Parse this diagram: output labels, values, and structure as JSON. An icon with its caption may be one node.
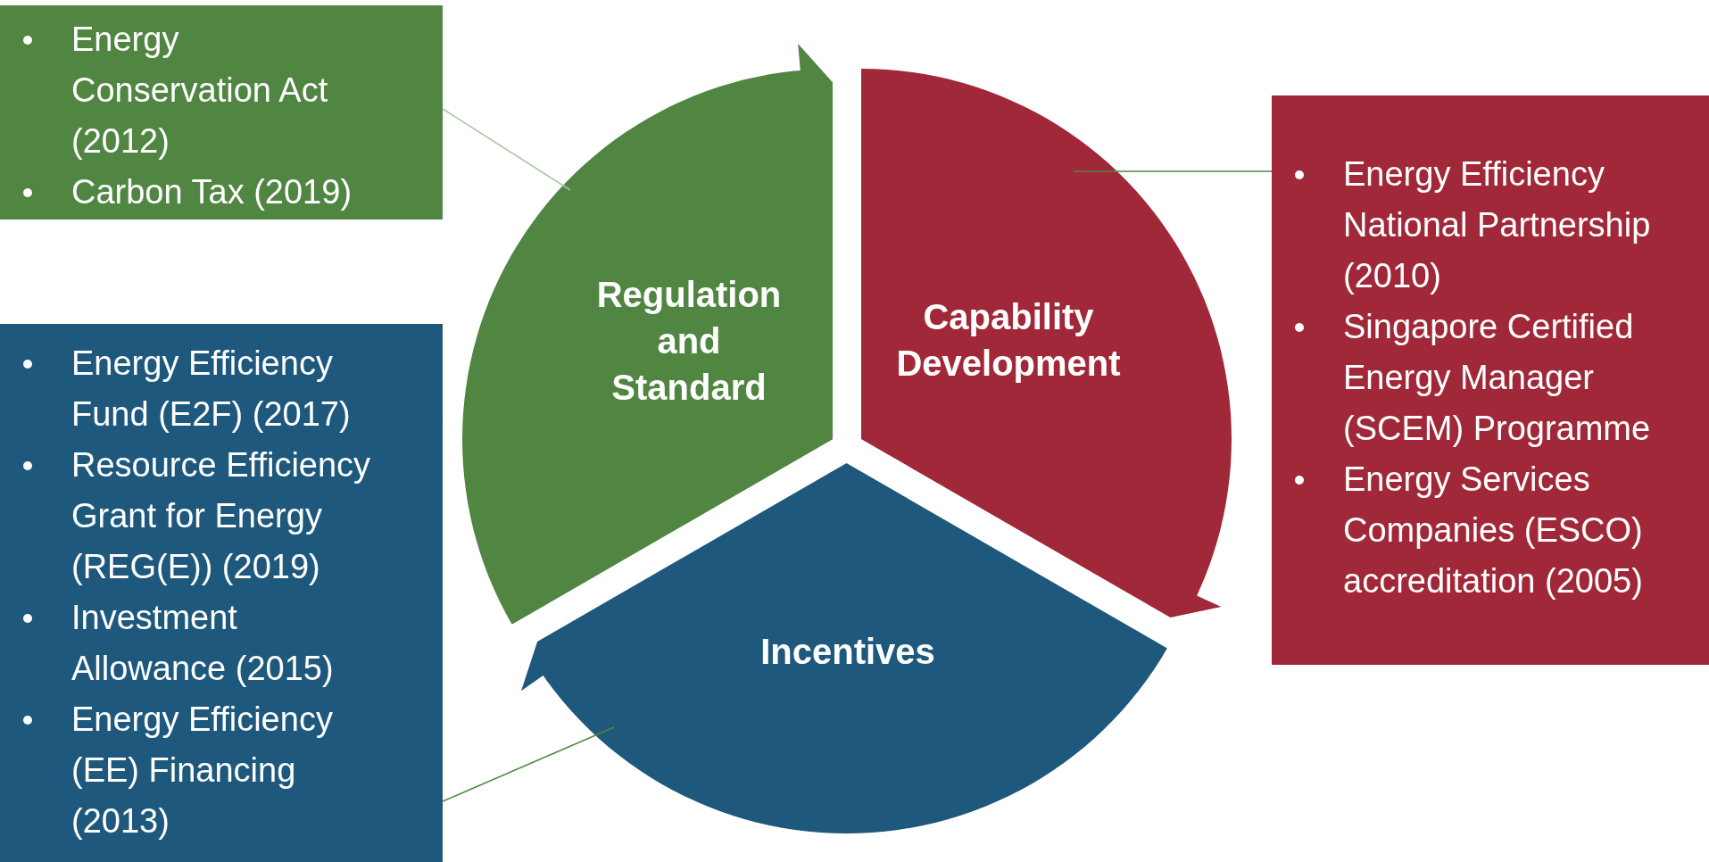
{
  "diagram": {
    "nodes": [
      {
        "text": [
          "Energy Conservation Act (2012)",
          "Carbon Tax (2019)"
        ]
      },
      {
        "text": [
          "Energy Efficiency Fund (E2F) (2017)",
          "Resource Efficiency Grant for Energy (REG(E)) (2019)",
          "Investment Allowance (2015)",
          "Energy Efficiency (EE) Financing (2013)"
        ]
      },
      {
        "text": [
          "Energy Efficiency National Partnership (2010)",
          "Singapore Certified Energy Manager (SCEM) Programme",
          "Energy Services Companies (ESCO) accreditation (2005)"
        ]
      },
      {
        "text": [
          "Regulation and Standard"
        ]
      },
      {
        "text": [
          "Capability Development"
        ]
      },
      {
        "text": [
          "Incentives"
        ]
      }
    ],
    "edges": [
      {
        "from": 0,
        "to": 3,
        "arrow": "none",
        "color": "#a9c6a0"
      },
      {
        "from": 2,
        "to": 4,
        "arrow": "none"
      },
      {
        "from": 1,
        "to": 5,
        "arrow": "none"
      }
    ]
  }
}
